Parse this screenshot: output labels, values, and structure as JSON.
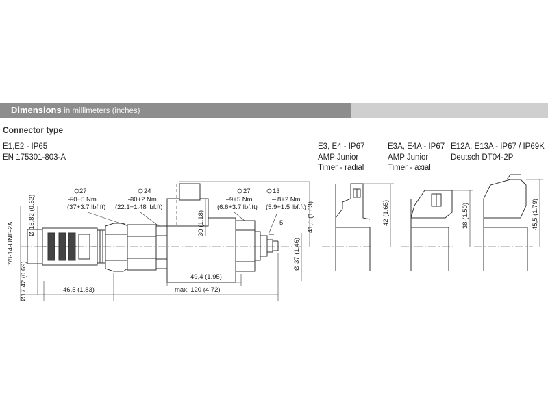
{
  "header": {
    "title": "Dimensions",
    "subtitle": "in millimeters (inches)"
  },
  "connector_type_label": "Connector type",
  "connectors": [
    {
      "lines": [
        "E1,E2 - IP65",
        "EN 175301-803-A"
      ]
    },
    {
      "lines": [
        "E3, E4 - IP67",
        "AMP Junior",
        "Timer - radial"
      ]
    },
    {
      "lines": [
        "E3A, E4A - IP67",
        "AMP Junior",
        "Timer - axial"
      ]
    },
    {
      "lines": [
        "E12A, E13A - IP67 / IP69K",
        "Deutsch DT04-2P"
      ]
    }
  ],
  "dimensions": {
    "thread": "7/8-14-UNF-2A",
    "d1": "Ø 15,82 (0.62)",
    "d2": "Ø17,42 (0.69)",
    "len_46": "46,5 (1.83)",
    "len_max": "max. 120 (4.72)",
    "len_49": "49,4 (1.95)",
    "h30": "30 (1.18)",
    "h41": "41,5 (1.63)",
    "d37": "Ø 37 (1.46)",
    "h42": "42 (1.65)",
    "h38": "38 (1.50)",
    "h45": "45,5 (1.79)",
    "sw5": "5"
  },
  "wrench_labels": [
    {
      "size": "27",
      "torque": "50+5 Nm",
      "imperial": "(37+3.7 lbf.ft)"
    },
    {
      "size": "24",
      "torque": "30+2 Nm",
      "imperial": "(22.1+1.48 lbf.ft)"
    },
    {
      "size": "27",
      "torque": "9+5 Nm",
      "imperial": "(6.6+3.7 lbf.ft)"
    },
    {
      "size": "13",
      "torque": "8+2 Nm",
      "imperial": "(5.9+1.5 lbf.ft)"
    }
  ],
  "colors": {
    "header_dark": "#8d8d8d",
    "header_light": "#cfcfcf"
  }
}
